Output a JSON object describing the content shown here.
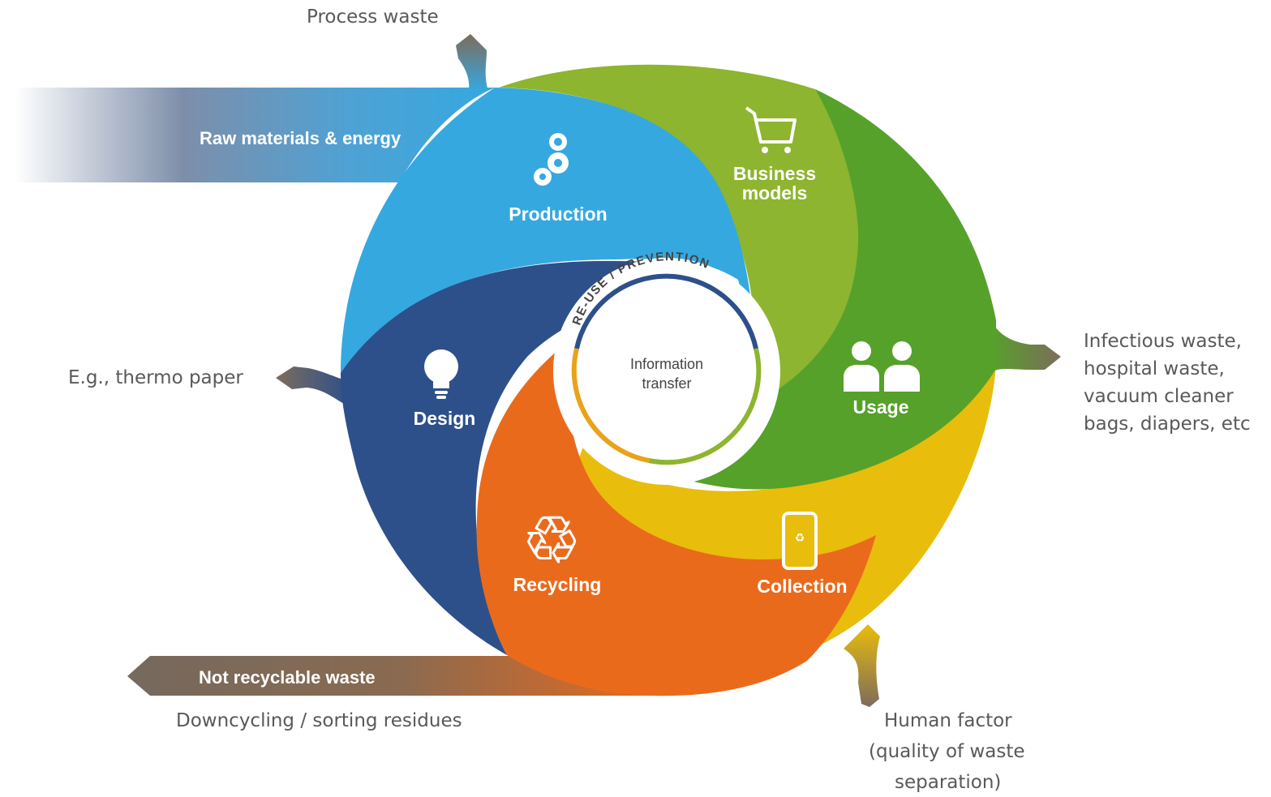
{
  "segments": {
    "production": "Production",
    "business_models_line1": "Business",
    "business_models_line2": "models",
    "usage": "Usage",
    "collection": "Collection",
    "recycling": "Recycling",
    "design": "Design"
  },
  "arrows": {
    "input": "Raw materials & energy",
    "output": "Not recyclable waste"
  },
  "center": {
    "ring": "RE-USE / PREVENTION",
    "line1": "Information",
    "line2": "transfer"
  },
  "annotations": {
    "process_waste": "Process waste",
    "thermo_paper": "E.g., thermo paper",
    "infectious_1": "Infectious waste,",
    "infectious_2": "hospital waste,",
    "infectious_3": "vacuum cleaner",
    "infectious_4": "bags, diapers, etc",
    "downcycling": "Downcycling / sorting residues",
    "human_1": "Human factor",
    "human_2": "(quality of waste",
    "human_3": "separation)"
  },
  "colors": {
    "production": "#35a8e0",
    "business_models": "#8db52f",
    "usage": "#56a12a",
    "collection": "#e9bd0b",
    "recycling": "#ea6a1c",
    "design": "#2d508a",
    "waste_arrow": "#7d6c5c"
  },
  "icons": [
    "gears-icon",
    "shopping-cart-icon",
    "users-icon",
    "recycle-bin-icon",
    "recycle-arrows-icon",
    "lightbulb-icon"
  ]
}
